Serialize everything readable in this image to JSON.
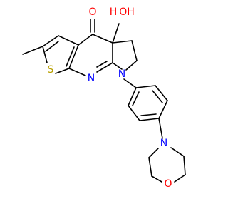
{
  "colors": {
    "carbon_bond": "#000000",
    "oxygen": "#ff0000",
    "nitrogen": "#0000ff",
    "sulfur": "#b8a000"
  },
  "atoms": {
    "carbonyl_oxygen": "O",
    "hydroxyl_label": "OH",
    "hydroxyl_hydrogen": "H",
    "sulfur": "S",
    "pyridine_nitrogen": "N",
    "pyrrolidine_nitrogen": "N",
    "morpholine_nitrogen": "N",
    "morpholine_oxygen": "O"
  }
}
